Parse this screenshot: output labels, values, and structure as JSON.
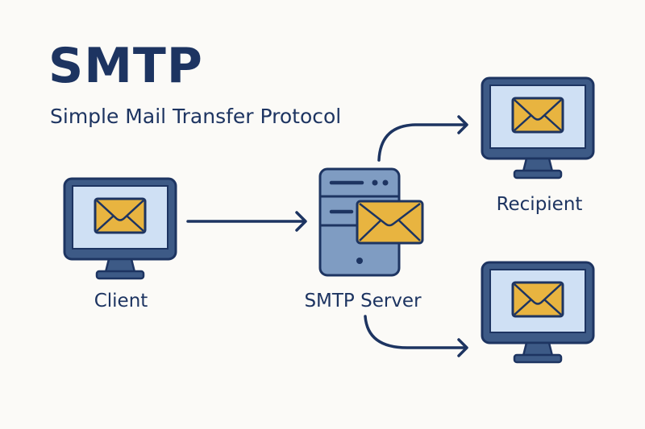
{
  "header": {
    "title": "SMTP",
    "subtitle": "Simple Mail Transfer Protocol"
  },
  "nodes": {
    "client": {
      "label": "Client",
      "icon": "monitor-with-envelope-icon"
    },
    "server": {
      "label": "SMTP Server",
      "icon": "server-with-envelope-icon"
    },
    "recipient_1": {
      "label": "Recipient",
      "icon": "monitor-with-envelope-icon"
    },
    "recipient_2": {
      "label": "",
      "icon": "monitor-with-envelope-icon"
    }
  },
  "edges": [
    {
      "from": "client",
      "to": "server"
    },
    {
      "from": "server",
      "to": "recipient_1"
    },
    {
      "from": "server",
      "to": "recipient_2"
    }
  ],
  "colors": {
    "ink": "#1d3461",
    "monitor_frame": "#3d5a86",
    "screen": "#cfe0f4",
    "envelope": "#e8b440",
    "server_body": "#7f9cc2",
    "background": "#fbfaf7"
  }
}
